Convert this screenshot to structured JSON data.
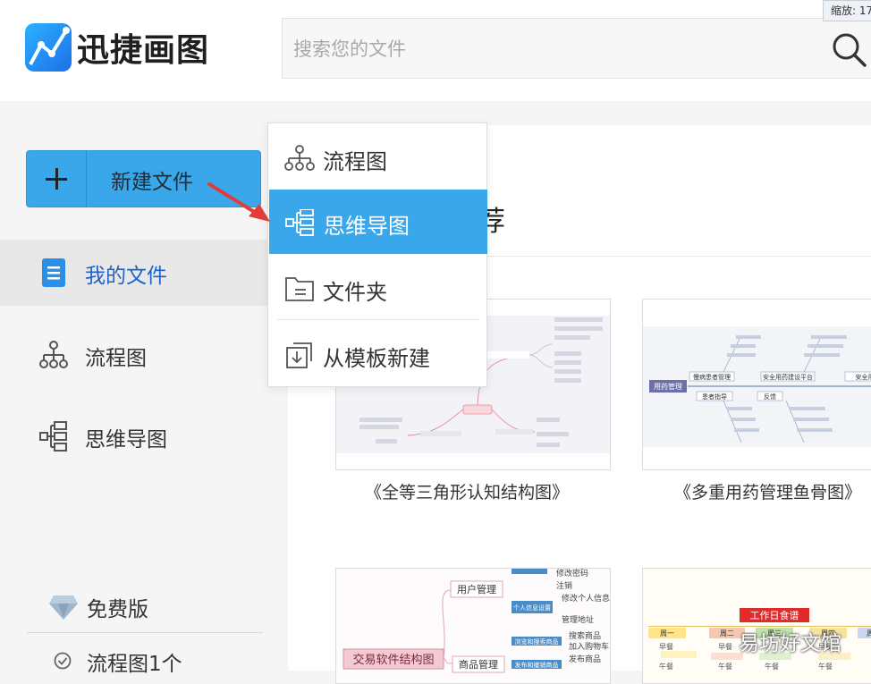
{
  "app": {
    "name": "迅捷画图",
    "zoom_label": "缩放: 17"
  },
  "search": {
    "placeholder": "搜索您的文件"
  },
  "sidebar": {
    "new_file_label": "新建文件",
    "items": [
      {
        "label": "我的文件",
        "icon": "document-icon",
        "active": true
      },
      {
        "label": "流程图",
        "icon": "flowchart-icon"
      },
      {
        "label": "思维导图",
        "icon": "mindmap-icon"
      }
    ],
    "plan_label": "免费版",
    "quota_label": "流程图1个"
  },
  "dropdown": {
    "items": [
      {
        "label": "流程图",
        "icon": "flowchart-icon"
      },
      {
        "label": "思维导图",
        "icon": "mindmap-icon",
        "highlighted": true
      },
      {
        "label": "文件夹",
        "icon": "folder-icon"
      },
      {
        "label": "从模板新建",
        "icon": "template-icon"
      }
    ]
  },
  "main": {
    "section_title_visible": "荐",
    "templates": [
      {
        "caption": "《全等三角形认知结构图》"
      },
      {
        "caption": "《多重用药管理鱼骨图》"
      },
      {
        "caption": ""
      },
      {
        "caption": ""
      }
    ],
    "thumb_texts": {
      "t2_root": "用药管理",
      "t2_nodes": [
        "慢病患者管理",
        "安全用药建设平台",
        "安全用",
        "患者指导",
        "反馈"
      ],
      "t3_root": "交易软件结构图",
      "t3_nodes": [
        "用户管理",
        "商品管理",
        "修改密码",
        "注销",
        "修改个人信息",
        "管理地址",
        "个人信息设置",
        "搜索商品",
        "加入购物车",
        "发布商品",
        "浏览和搜索商品",
        "发布和撤销商品"
      ],
      "t4_title": "工作日食谱",
      "t4_days": [
        "周一",
        "周二",
        "周三",
        "周四",
        "周"
      ],
      "t4_meals": [
        "早餐",
        "午餐",
        "午餐",
        "午餐"
      ]
    }
  },
  "watermark": "易坊好文馆"
}
